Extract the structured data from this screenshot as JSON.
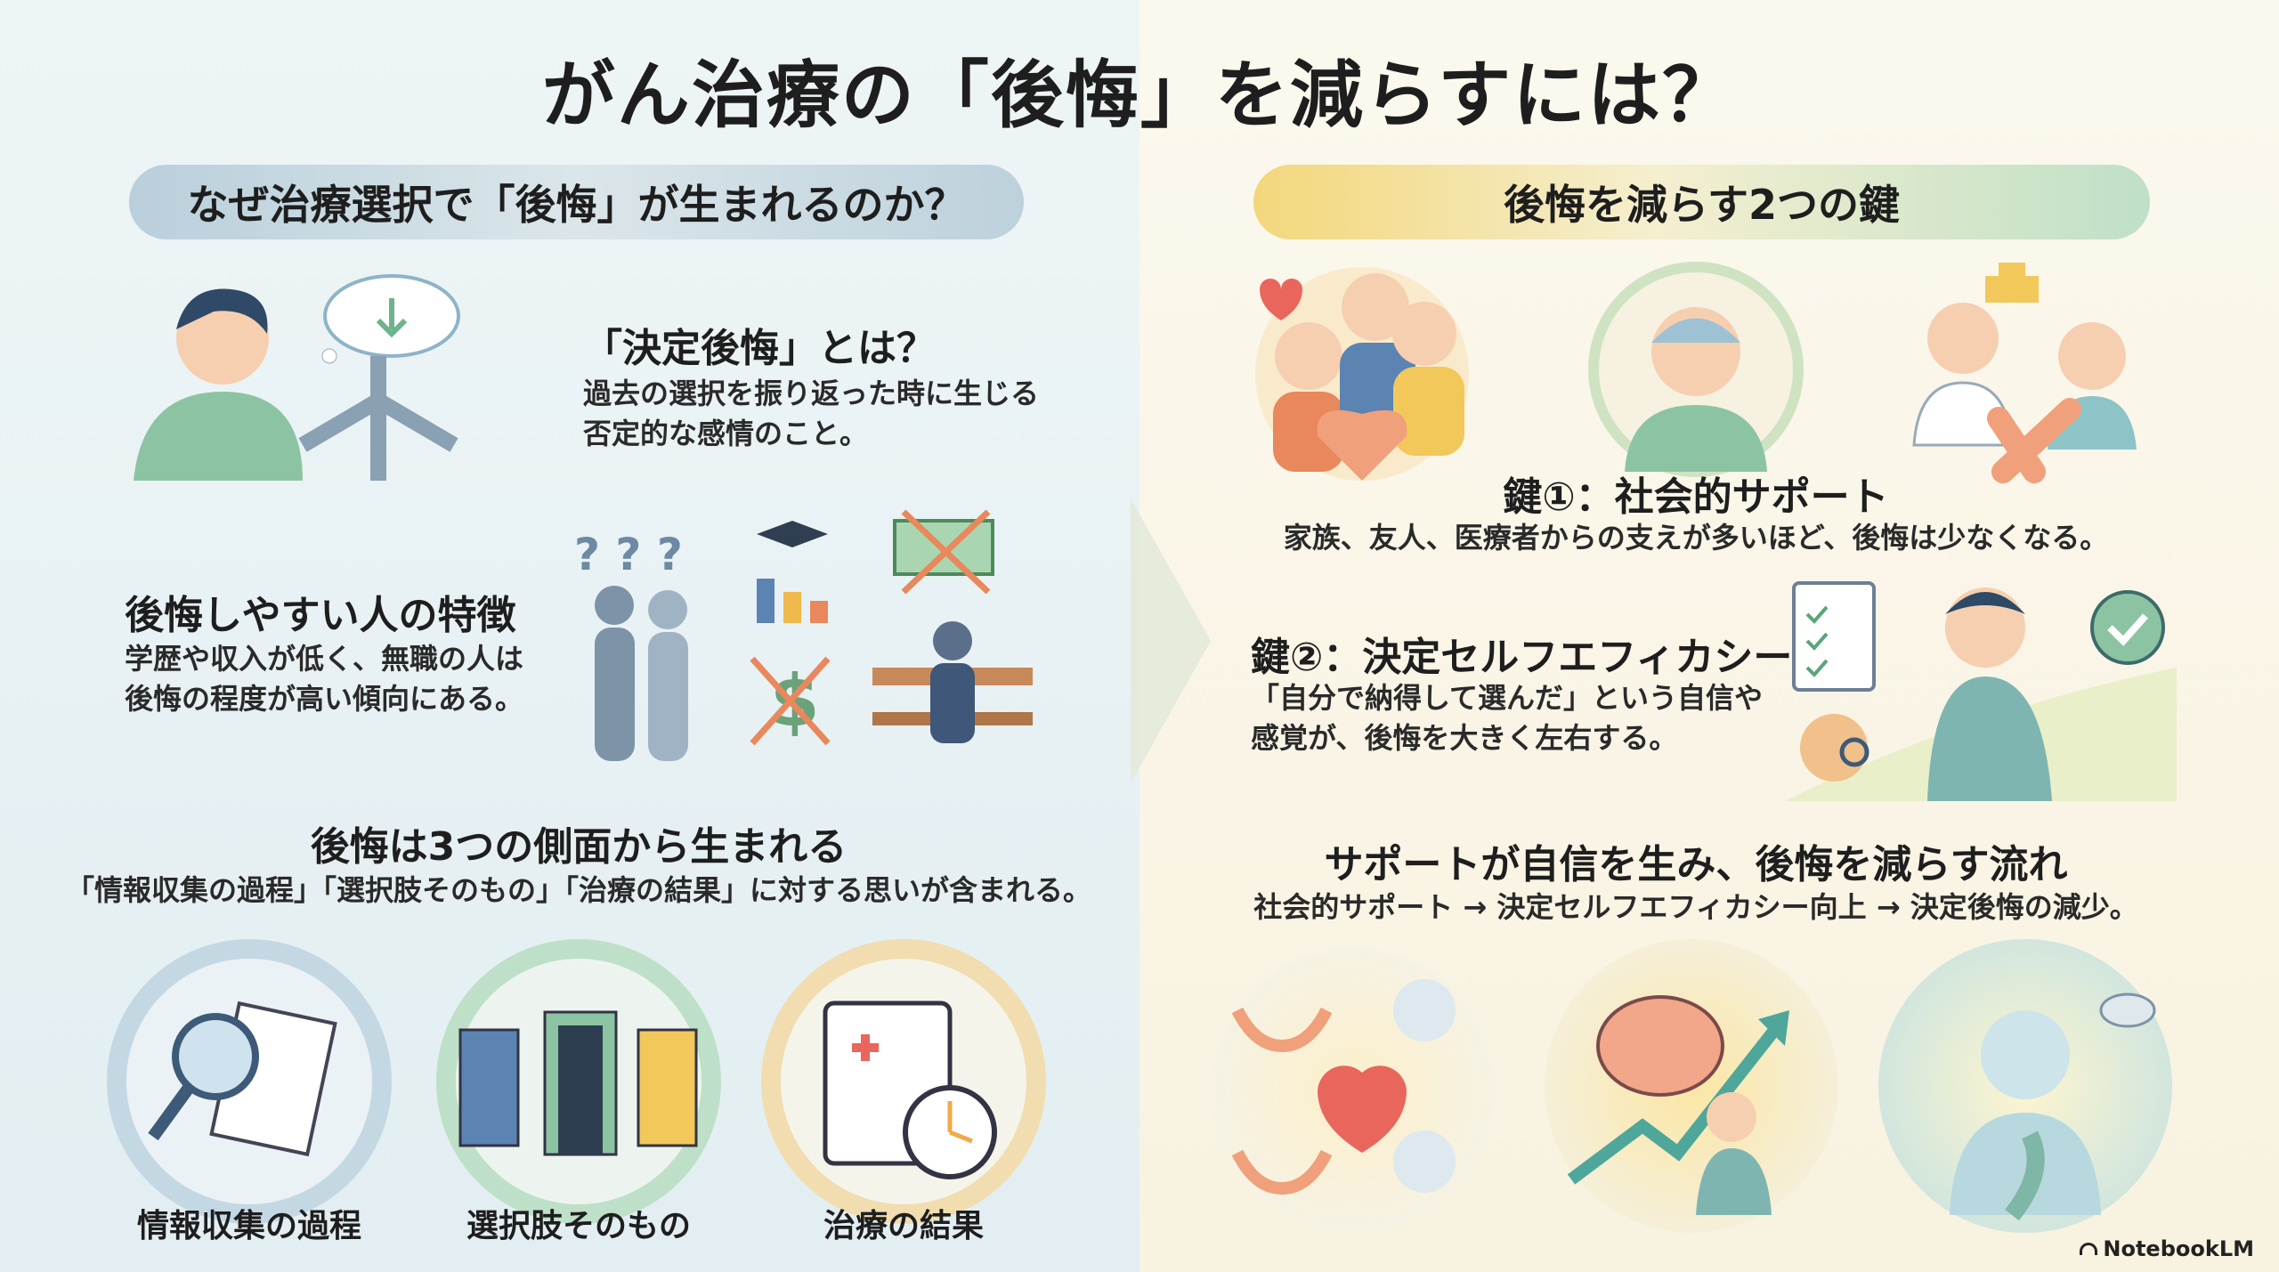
{
  "title": "がん治療の「後悔」を減らすには？",
  "left": {
    "pill": "なぜ治療選択で「後悔」が生まれるのか？",
    "definition": {
      "heading": "「決定後悔」とは？",
      "lines": [
        "過去の選択を振り返った時に生じる",
        "否定的な感情のこと。"
      ]
    },
    "traits": {
      "heading": "後悔しやすい人の特徴",
      "lines": [
        "学歴や収入が低く、無職の人は",
        "後悔の程度が高い傾向にある。"
      ]
    },
    "aspects": {
      "heading": "後悔は3つの側面から生まれる",
      "subtitle": "「情報収集の過程」「選択肢そのもの」「治療の結果」に対する思いが含まれる。",
      "items": [
        "情報収集の過程",
        "選択肢そのもの",
        "治療の結果"
      ]
    }
  },
  "right": {
    "pill": "後悔を減らす2つの鍵",
    "key1": {
      "heading": "鍵①：社会的サポート",
      "text": "家族、友人、医療者からの支えが多いほど、後悔は少なくなる。"
    },
    "key2": {
      "heading": "鍵②：決定セルフエフィカシー",
      "lines": [
        "「自分で納得して選んだ」という自信や",
        "感覚が、後悔を大きく左右する。"
      ]
    },
    "flow": {
      "heading": "サポートが自信を生み、後悔を減らす流れ",
      "text": "社会的サポート → 決定セルフエフィカシー向上 → 決定後悔の減少。"
    }
  },
  "watermark": "NotebookLM",
  "colors": {
    "blue": "#7fa6c2",
    "green": "#8cc4a3",
    "yellow": "#f2c85b",
    "orange": "#e8885c"
  }
}
